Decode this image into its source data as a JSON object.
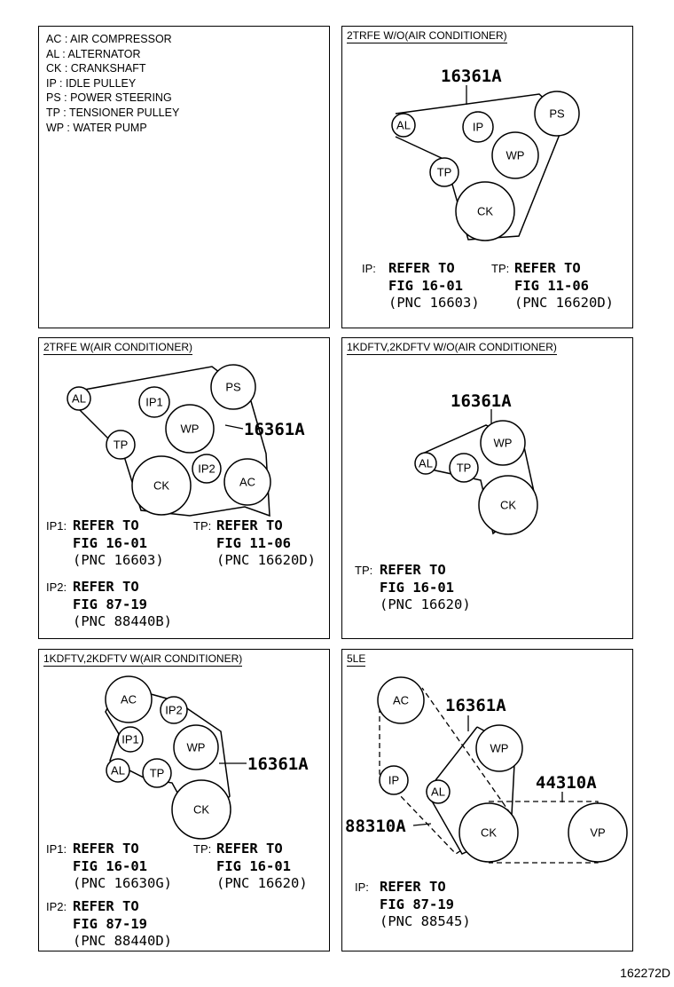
{
  "legend": [
    "AC : AIR COMPRESSOR",
    "AL : ALTERNATOR",
    "CK : CRANKSHAFT",
    "IP : IDLE PULLEY",
    "PS : POWER STEERING",
    "TP : TENSIONER PULLEY",
    "WP : WATER PUMP"
  ],
  "panels": [
    {
      "title": "2TRFE  W/O(AIR CONDITIONER)",
      "part": "16361A",
      "pulleys": [
        "AL",
        "IP",
        "PS",
        "WP",
        "TP",
        "CK"
      ],
      "refs": [
        {
          "key": "IP:",
          "l1": "REFER TO",
          "l2": "FIG 16-01",
          "l3": "(PNC 16603)"
        },
        {
          "key": "TP:",
          "l1": "REFER TO",
          "l2": "FIG 11-06",
          "l3": "(PNC 16620D)"
        }
      ]
    },
    {
      "title": "2TRFE  W(AIR CONDITIONER)",
      "part": "16361A",
      "pulleys": [
        "AL",
        "IP1",
        "PS",
        "WP",
        "TP",
        "CK",
        "IP2",
        "AC"
      ],
      "refs": [
        {
          "key": "IP1:",
          "l1": "REFER TO",
          "l2": "FIG 16-01",
          "l3": "(PNC 16603)"
        },
        {
          "key": "TP:",
          "l1": "REFER TO",
          "l2": "FIG 11-06",
          "l3": "(PNC 16620D)"
        },
        {
          "key": "IP2:",
          "l1": "REFER TO",
          "l2": "FIG 87-19",
          "l3": "(PNC 88440B)"
        }
      ]
    },
    {
      "title": "1KDFTV,2KDFTV  W/O(AIR CONDITIONER)",
      "part": "16361A",
      "pulleys": [
        "WP",
        "AL",
        "TP",
        "CK"
      ],
      "refs": [
        {
          "key": "TP:",
          "l1": "REFER TO",
          "l2": "FIG 16-01",
          "l3": "(PNC 16620)"
        }
      ]
    },
    {
      "title": "1KDFTV,2KDFTV  W(AIR CONDITIONER)",
      "part": "16361A",
      "pulleys": [
        "AC",
        "IP2",
        "IP1",
        "WP",
        "AL",
        "TP",
        "CK"
      ],
      "refs": [
        {
          "key": "IP1:",
          "l1": "REFER TO",
          "l2": "FIG 16-01",
          "l3": "(PNC 16630G)"
        },
        {
          "key": "TP:",
          "l1": "REFER TO",
          "l2": "FIG 16-01",
          "l3": "(PNC 16620)"
        },
        {
          "key": "IP2:",
          "l1": "REFER TO",
          "l2": "FIG 87-19",
          "l3": "(PNC 88440D)"
        }
      ]
    },
    {
      "title": "5LE",
      "parts": [
        "16361A",
        "44310A",
        "88310A"
      ],
      "pulleys": [
        "AC",
        "WP",
        "IP",
        "AL",
        "CK",
        "VP"
      ],
      "refs": [
        {
          "key": "IP:",
          "l1": "REFER TO",
          "l2": "FIG 87-19",
          "l3": "(PNC 88545)"
        }
      ]
    }
  ],
  "image_code": "162272D"
}
